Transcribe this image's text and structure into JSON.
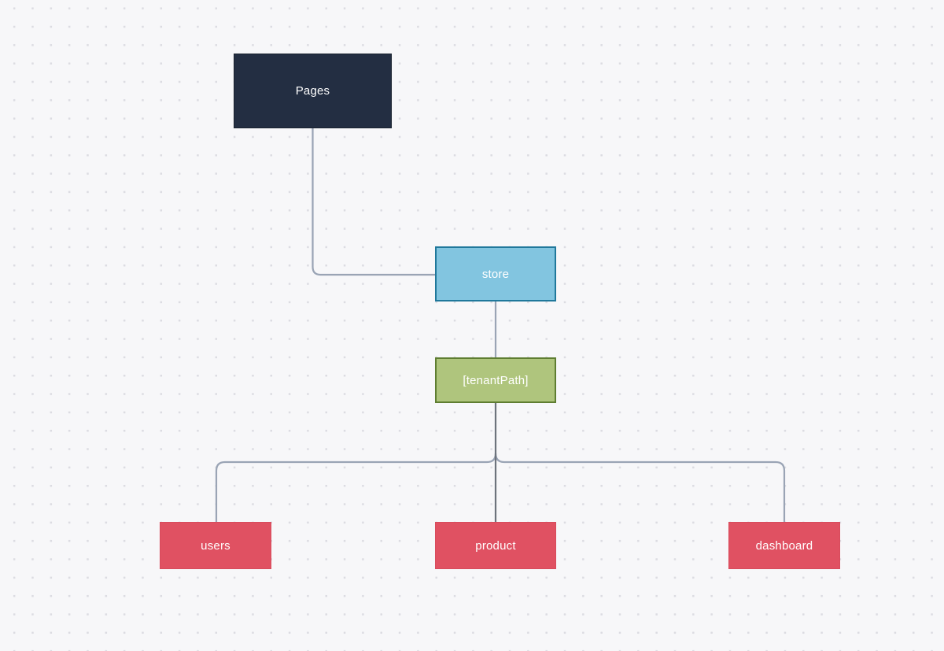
{
  "diagram": {
    "background_color": "#f7f7f9",
    "dot_color": "#dcdce2",
    "edge_color": "#9aa4b5",
    "trunk_edge_color": "#6d737c",
    "nodes": [
      {
        "id": "pages",
        "label": "Pages",
        "fill": "#232e42",
        "border": "#19222f",
        "text_color": "#ffffff"
      },
      {
        "id": "store",
        "label": "store",
        "fill": "#82c5e0",
        "border": "#20789b",
        "text_color": "#ffffff"
      },
      {
        "id": "tenantPath",
        "label": "[tenantPath]",
        "fill": "#afc57d",
        "border": "#5e7d31",
        "text_color": "#ffffff"
      },
      {
        "id": "users",
        "label": "users",
        "fill": "#e05162",
        "border": "#d84b5c",
        "text_color": "#ffffff"
      },
      {
        "id": "product",
        "label": "product",
        "fill": "#e05162",
        "border": "#d84b5c",
        "text_color": "#ffffff"
      },
      {
        "id": "dashboard",
        "label": "dashboard",
        "fill": "#e05162",
        "border": "#d84b5c",
        "text_color": "#ffffff"
      }
    ],
    "edges": [
      {
        "from": "Pages",
        "to": "store"
      },
      {
        "from": "store",
        "to": "[tenantPath]"
      },
      {
        "from": "[tenantPath]",
        "to": "users"
      },
      {
        "from": "[tenantPath]",
        "to": "product"
      },
      {
        "from": "[tenantPath]",
        "to": "dashboard"
      }
    ]
  }
}
